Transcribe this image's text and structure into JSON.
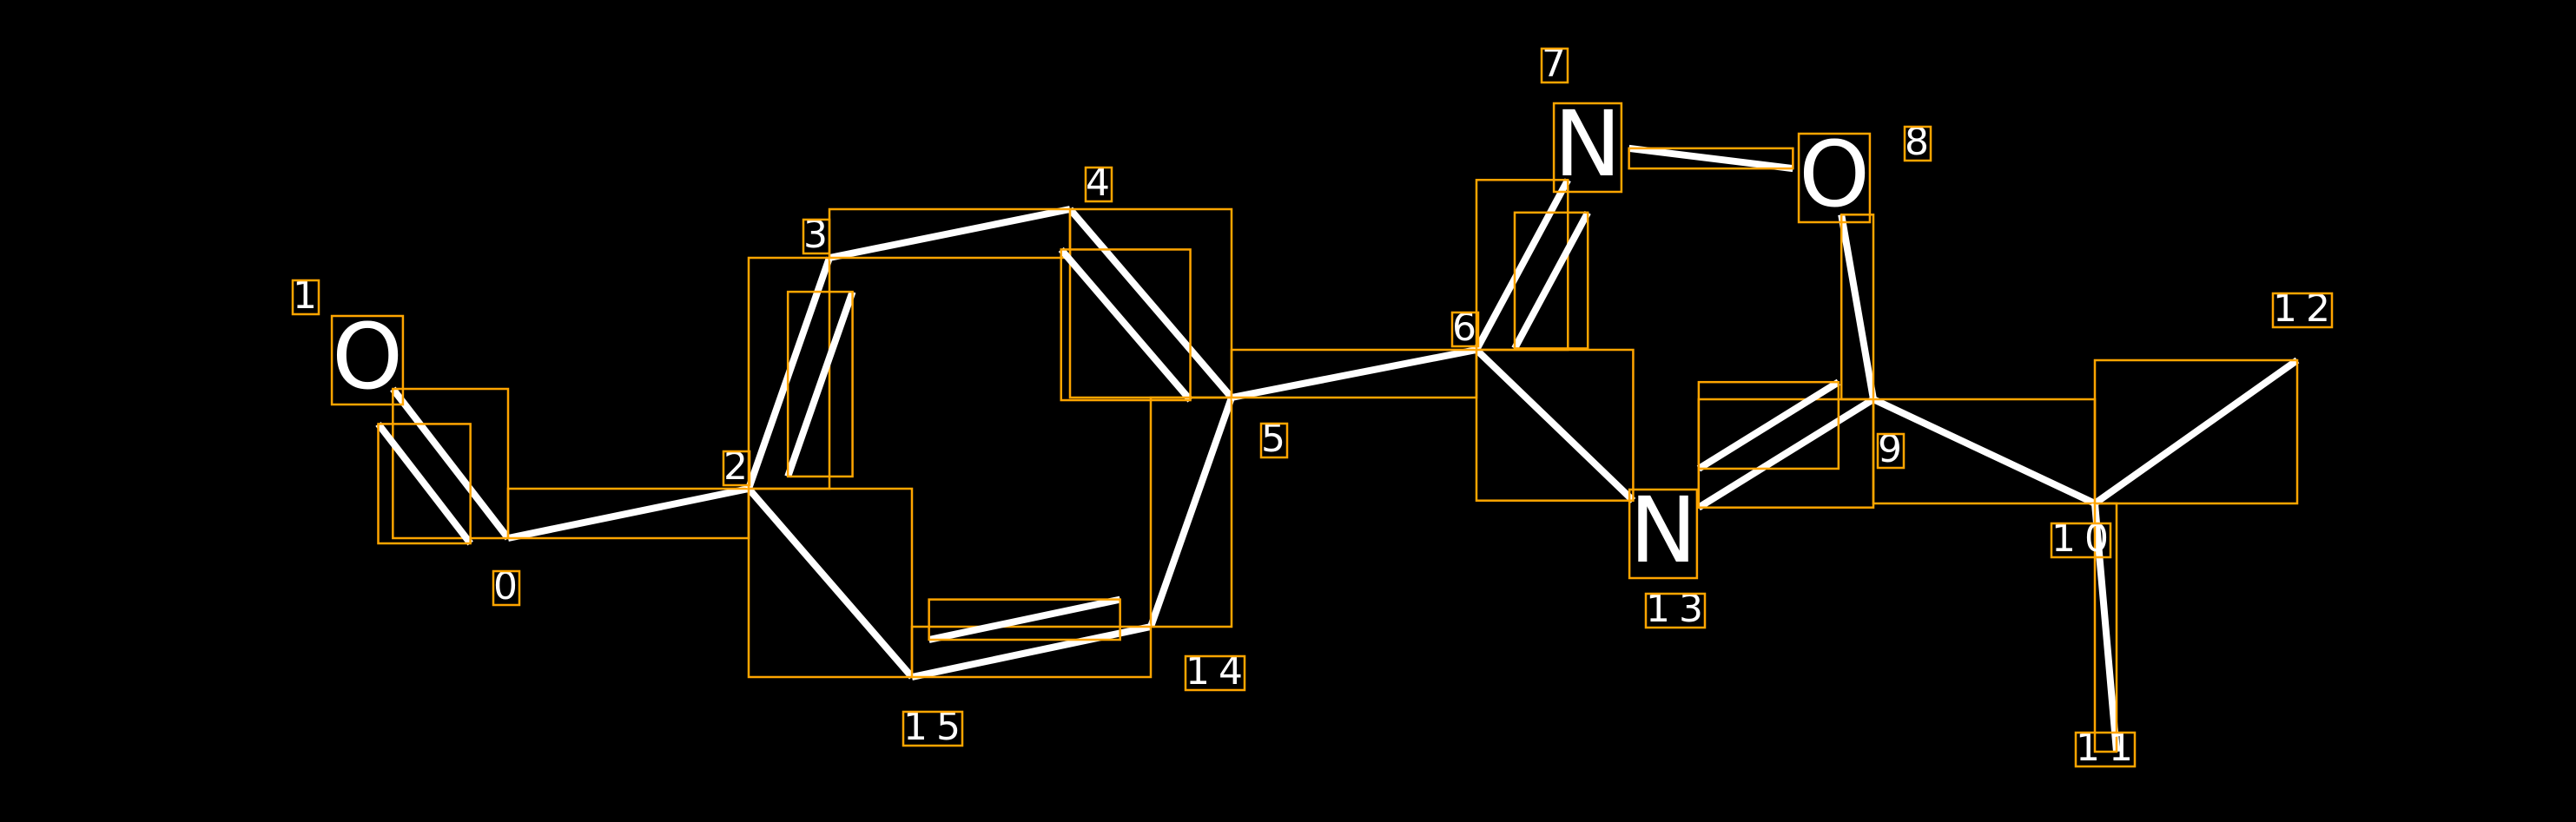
{
  "diagram": {
    "type": "molecule",
    "colors": {
      "background": "#000000",
      "bond": "#ffffff",
      "box": "#ffa500",
      "text": "#ffffff"
    },
    "atoms": [
      {
        "index": "0"
      },
      {
        "index": "1",
        "symbol": "O"
      },
      {
        "index": "2"
      },
      {
        "index": "3"
      },
      {
        "index": "4"
      },
      {
        "index": "5"
      },
      {
        "index": "6"
      },
      {
        "index": "7",
        "symbol": "N"
      },
      {
        "index": "8",
        "symbol": "O"
      },
      {
        "index": "9"
      },
      {
        "index": "10"
      },
      {
        "index": "11"
      },
      {
        "index": "12"
      },
      {
        "index": "13",
        "symbol": "N"
      },
      {
        "index": "14"
      },
      {
        "index": "15"
      }
    ],
    "bonds": [
      {
        "a": 0,
        "b": 1,
        "order": 2
      },
      {
        "a": 0,
        "b": 2,
        "order": 1
      },
      {
        "a": 2,
        "b": 3,
        "order": 2
      },
      {
        "a": 3,
        "b": 4,
        "order": 1
      },
      {
        "a": 4,
        "b": 5,
        "order": 2
      },
      {
        "a": 5,
        "b": 14,
        "order": 1
      },
      {
        "a": 14,
        "b": 15,
        "order": 2
      },
      {
        "a": 15,
        "b": 2,
        "order": 1
      },
      {
        "a": 5,
        "b": 6,
        "order": 1
      },
      {
        "a": 6,
        "b": 7,
        "order": 2
      },
      {
        "a": 7,
        "b": 8,
        "order": 1
      },
      {
        "a": 8,
        "b": 9,
        "order": 1
      },
      {
        "a": 9,
        "b": 13,
        "order": 2
      },
      {
        "a": 13,
        "b": 6,
        "order": 1
      },
      {
        "a": 9,
        "b": 10,
        "order": 1
      },
      {
        "a": 10,
        "b": 11,
        "order": 1
      },
      {
        "a": 10,
        "b": 12,
        "order": 1
      }
    ]
  }
}
